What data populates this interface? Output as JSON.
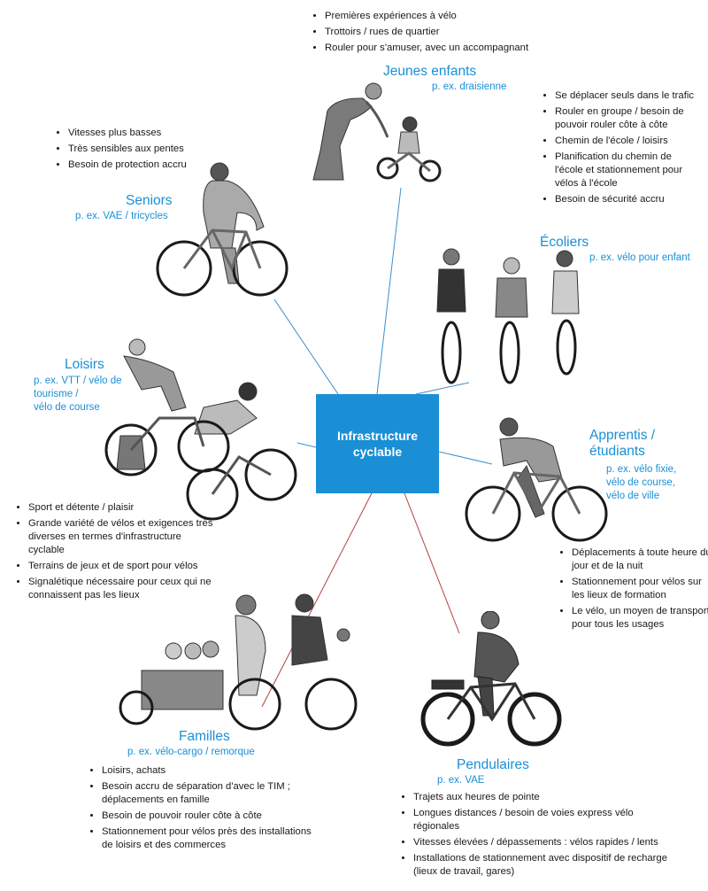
{
  "center": {
    "label": "Infrastructure cyclable"
  },
  "colors": {
    "accent": "#1a8fd6",
    "line_blue": "#3a8fc8",
    "line_red": "#b04040",
    "figure_gray": "#555555"
  },
  "groups": {
    "jeunes_enfants": {
      "title": "Jeunes enfants",
      "subtitle": "p. ex. draisienne",
      "bullets": [
        "Premières expériences à vélo",
        "Trottoirs / rues de quartier",
        "Rouler pour s'amuser, avec un accompagnant"
      ]
    },
    "ecoliers": {
      "title": "Écoliers",
      "subtitle": "p. ex. vélo pour enfant",
      "bullets": [
        "Se déplacer seuls dans le trafic",
        "Rouler en groupe / besoin de pouvoir rouler côte à côte",
        "Chemin de l'école / loisirs",
        "Planification du chemin de l'école et stationnement pour vélos à l'école",
        "Besoin de sécurité accru"
      ]
    },
    "seniors": {
      "title": "Seniors",
      "subtitle": "p. ex. VAE / tricycles",
      "bullets": [
        "Vitesses plus basses",
        "Très sensibles aux pentes",
        "Besoin de protection accru"
      ]
    },
    "loisirs": {
      "title": "Loisirs",
      "subtitle_lines": [
        "p. ex. VTT / vélo de",
        "tourisme /",
        "vélo de course"
      ],
      "bullets": [
        "Sport et détente / plaisir",
        "Grande variété de vélos et exigences très diverses en termes d'infrastructure cyclable",
        "Terrains de jeux et de sport pour vélos",
        "Signalétique nécessaire pour ceux qui ne connaissent pas les lieux"
      ]
    },
    "apprentis": {
      "title_lines": [
        "Apprentis /",
        "étudiants"
      ],
      "subtitle_lines": [
        "p. ex. vélo fixie,",
        "vélo de course,",
        "vélo de ville"
      ],
      "bullets": [
        "Déplacements à toute heure du jour et de la nuit",
        "Stationnement pour vélos sur les lieux de formation",
        "Le vélo, un moyen de transport pour tous les usages"
      ]
    },
    "familles": {
      "title": "Familles",
      "subtitle": "p. ex. vélo-cargo / remorque",
      "bullets": [
        "Loisirs, achats",
        "Besoin accru de séparation d'avec le TIM ; déplacements en famille",
        "Besoin de pouvoir rouler côte à côte",
        "Stationnement pour vélos près des installations de loisirs et des commerces"
      ]
    },
    "pendulaires": {
      "title": "Pendulaires",
      "subtitle": "p. ex. VAE",
      "bullets": [
        "Trajets aux heures de pointe",
        "Longues distances / besoin de voies express vélo régionales",
        "Vitesses élevées / dépassements : vélos rapides / lents",
        "Installations de stationnement avec dispositif de recharge (lieux de travail, gares)"
      ]
    }
  }
}
